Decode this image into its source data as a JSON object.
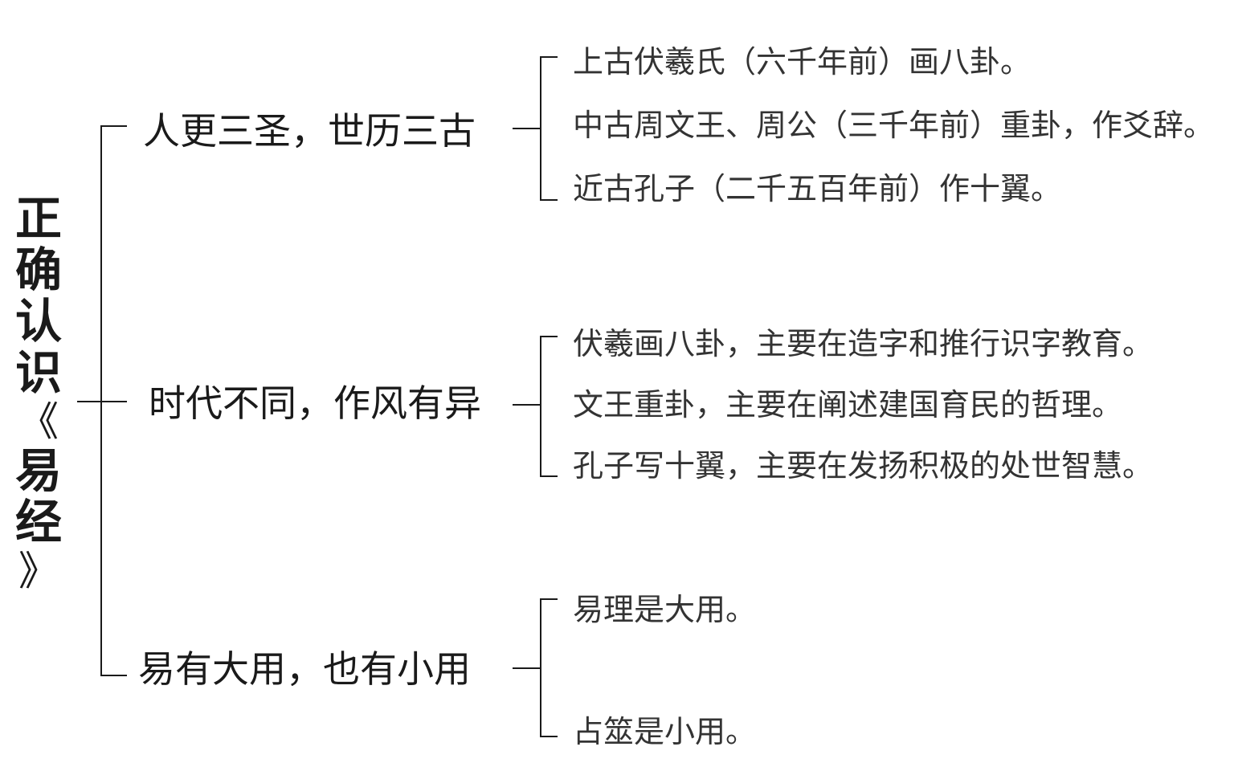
{
  "root": {
    "title_chars": [
      "正",
      "确",
      "认",
      "识",
      "《",
      "易",
      "经",
      "》"
    ]
  },
  "branches": [
    {
      "label": "人更三圣，世历三古",
      "leaves": [
        "上古伏羲氏（六千年前）画八卦。",
        "中古周文王、周公（三千年前）重卦，作爻辞。",
        "近古孔子（二千五百年前）作十翼。"
      ]
    },
    {
      "label": "时代不同，作风有异",
      "leaves": [
        "伏羲画八卦，主要在造字和推行识字教育。",
        "文王重卦，主要在阐述建国育民的哲理。",
        "孔子写十翼，主要在发扬积极的处世智慧。"
      ]
    },
    {
      "label": "易有大用，也有小用",
      "leaves": [
        "易理是大用。",
        "占筮是小用。"
      ]
    }
  ]
}
